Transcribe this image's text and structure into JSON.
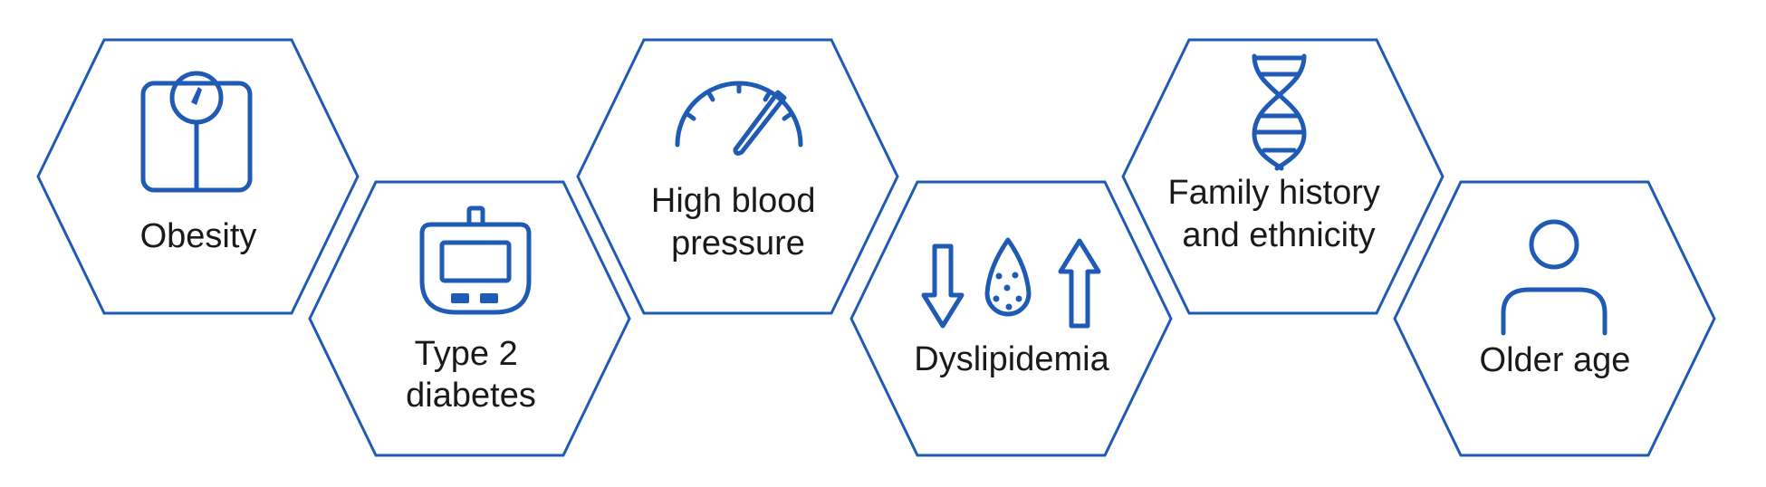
{
  "colors": {
    "accent": "#1f5bb4",
    "text": "#1a1a1a",
    "background": "#ffffff"
  },
  "risk_factors": [
    {
      "id": "obesity",
      "icon": "scale-icon",
      "lines": [
        "Obesity"
      ]
    },
    {
      "id": "type-2-diabetes",
      "icon": "glucose-meter-icon",
      "lines": [
        "Type 2",
        "diabetes"
      ]
    },
    {
      "id": "high-blood-pressure",
      "icon": "gauge-icon",
      "lines": [
        "High blood",
        "pressure"
      ]
    },
    {
      "id": "dyslipidemia",
      "icon": "lipid-drop-arrows-icon",
      "lines": [
        "Dyslipidemia"
      ]
    },
    {
      "id": "family-history",
      "icon": "dna-icon",
      "lines": [
        "Family history",
        "and ethnicity"
      ]
    },
    {
      "id": "older-age",
      "icon": "person-icon",
      "lines": [
        "Older age"
      ]
    }
  ]
}
